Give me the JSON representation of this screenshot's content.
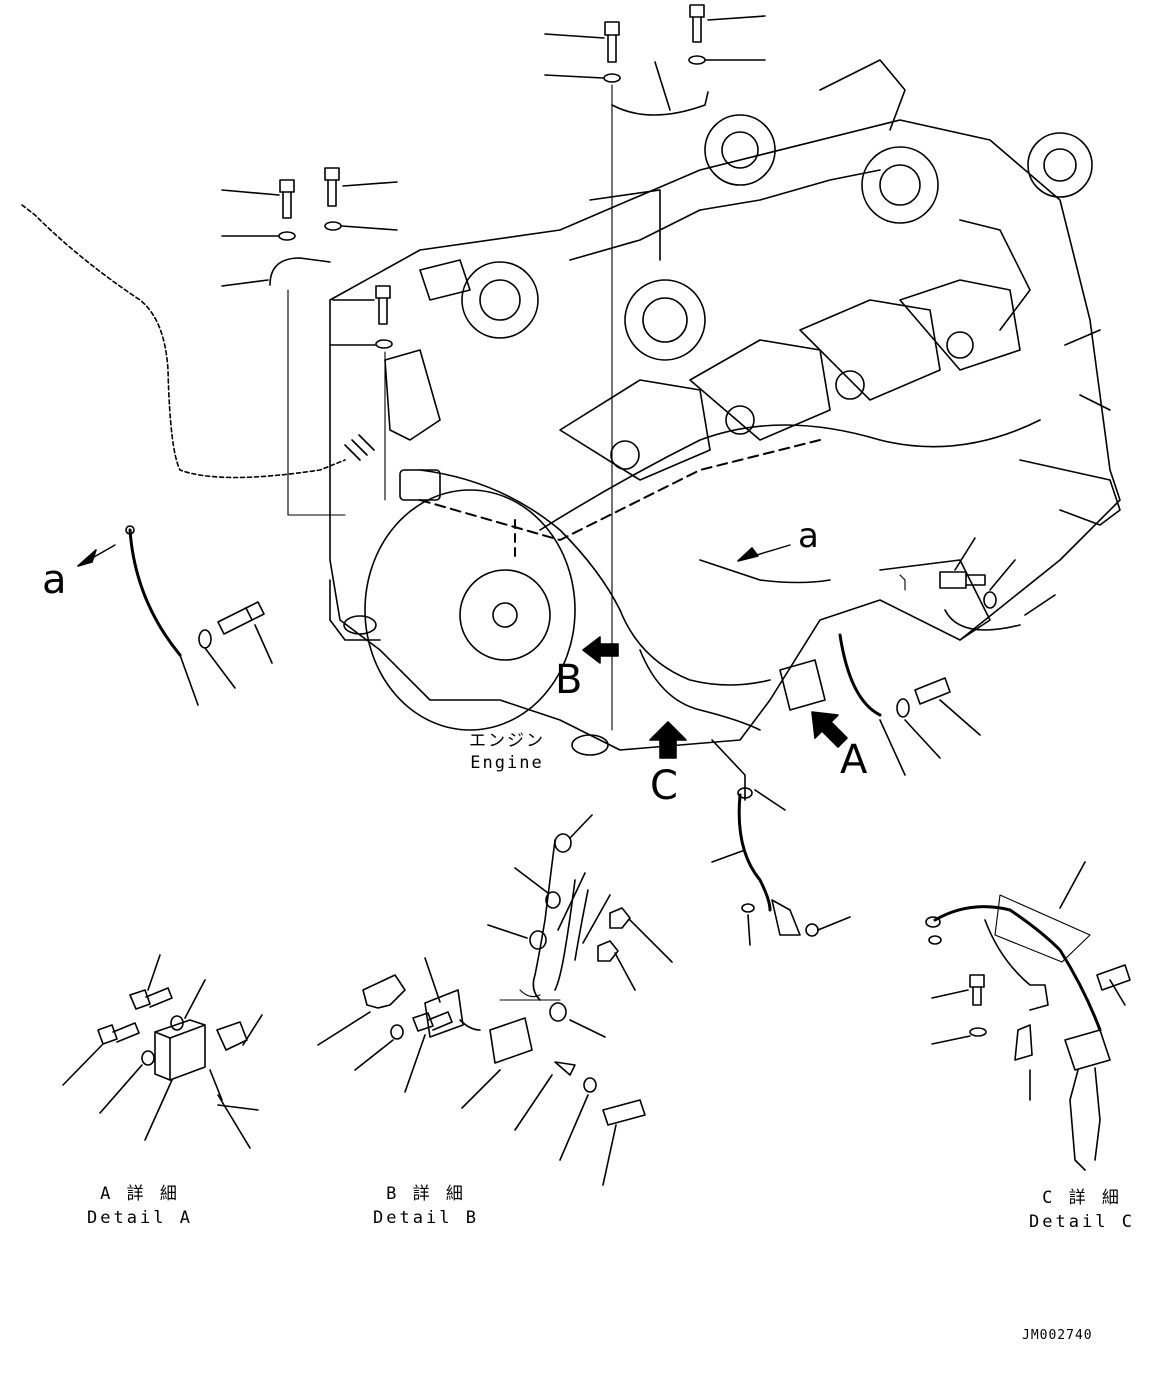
{
  "labels": {
    "view_a": "A",
    "view_b": "B",
    "view_c": "C",
    "ref_a_left": "a",
    "ref_a_right": "a"
  },
  "engine": {
    "jp": "エンジン",
    "en": "Engine"
  },
  "details": [
    {
      "jp": "A 詳 細",
      "en": "Detail A"
    },
    {
      "jp": "B 詳 細",
      "en": "Detail B"
    },
    {
      "jp": "C 詳 細",
      "en": "Detail C"
    }
  ],
  "drawing_code": "JM002740",
  "colors": {
    "line": "#000000",
    "background": "#ffffff"
  }
}
